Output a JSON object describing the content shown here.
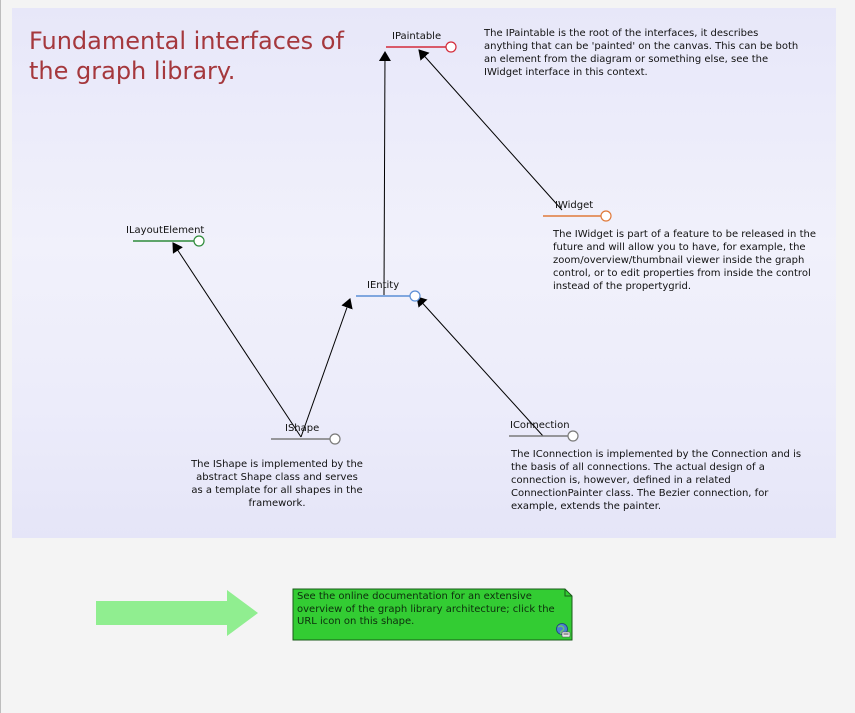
{
  "diagram": {
    "title": "Fundamental interfaces of the graph library.",
    "nodes": {
      "ipaintable": "IPaintable",
      "iwidget": "IWidget",
      "ilayoutelement": "ILayoutElement",
      "ientity": "IEntity",
      "ishape": "IShape",
      "iconnection": "IConnection"
    },
    "notes": {
      "ipaintable": "The IPaintable is the root of the interfaces, it describes anything that can be 'painted' on the canvas. This can be both an element from the diagram or something else, see the IWidget interface in this context.",
      "iwidget": "The IWidget is part of a feature to be released in the future and will allow you to have, for example, the zoom/overview/thumbnail viewer inside the graph control, or to edit properties from inside the control instead of the propertygrid.",
      "ishape": "The IShape is implemented by the abstract Shape class and serves as a template for all shapes in the framework.",
      "iconnection": "The IConnection is implemented by the Connection and is the basis of all connections. The actual design of a connection is, however, defined in a related ConnectionPainter class. The Bezier connection, for example, extends the painter."
    },
    "callout": "See the online documentation for an extensive overview of the graph library architecture; click the URL icon on this shape.",
    "colors": {
      "title": "#a5383d",
      "ipaintable": "#d42b3a",
      "iwidget": "#e07a3a",
      "ilayoutelement": "#2e8b3a",
      "ientity": "#5b8fd6",
      "ishape": "#7a7a7a",
      "iconnection": "#7a7a7a",
      "callout_fill": "#33cc33",
      "arrow_fill": "#90ee90"
    }
  }
}
